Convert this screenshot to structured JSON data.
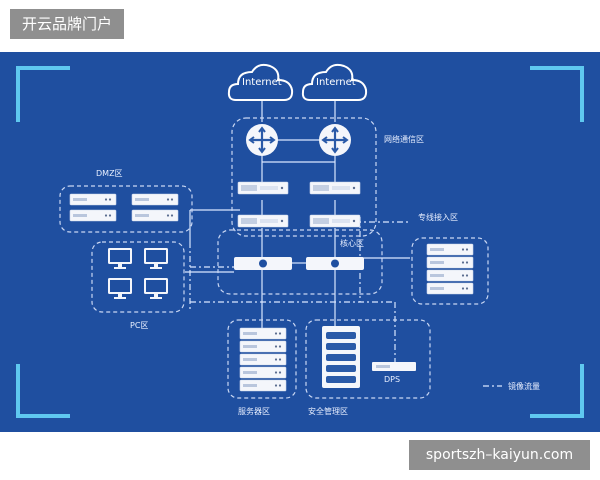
{
  "header": {
    "brand_label": "开云品牌门户"
  },
  "footer": {
    "watermark": "sportszh–kaiyun.com"
  },
  "diagram": {
    "clouds": [
      "Internet",
      "Internet"
    ],
    "zones": {
      "network": "网络通信区",
      "dmz": "DMZ区",
      "dedicated": "专线接入区",
      "core": "核心区",
      "pc": "PC区",
      "server": "服务器区",
      "security": "安全管理区",
      "dps": "DPS"
    },
    "legend": {
      "mirror_traffic": "镜像流量"
    },
    "colors": {
      "background": "#1f4fa0",
      "line": "#d9e6ff",
      "corner": "#5fc8f0"
    }
  }
}
